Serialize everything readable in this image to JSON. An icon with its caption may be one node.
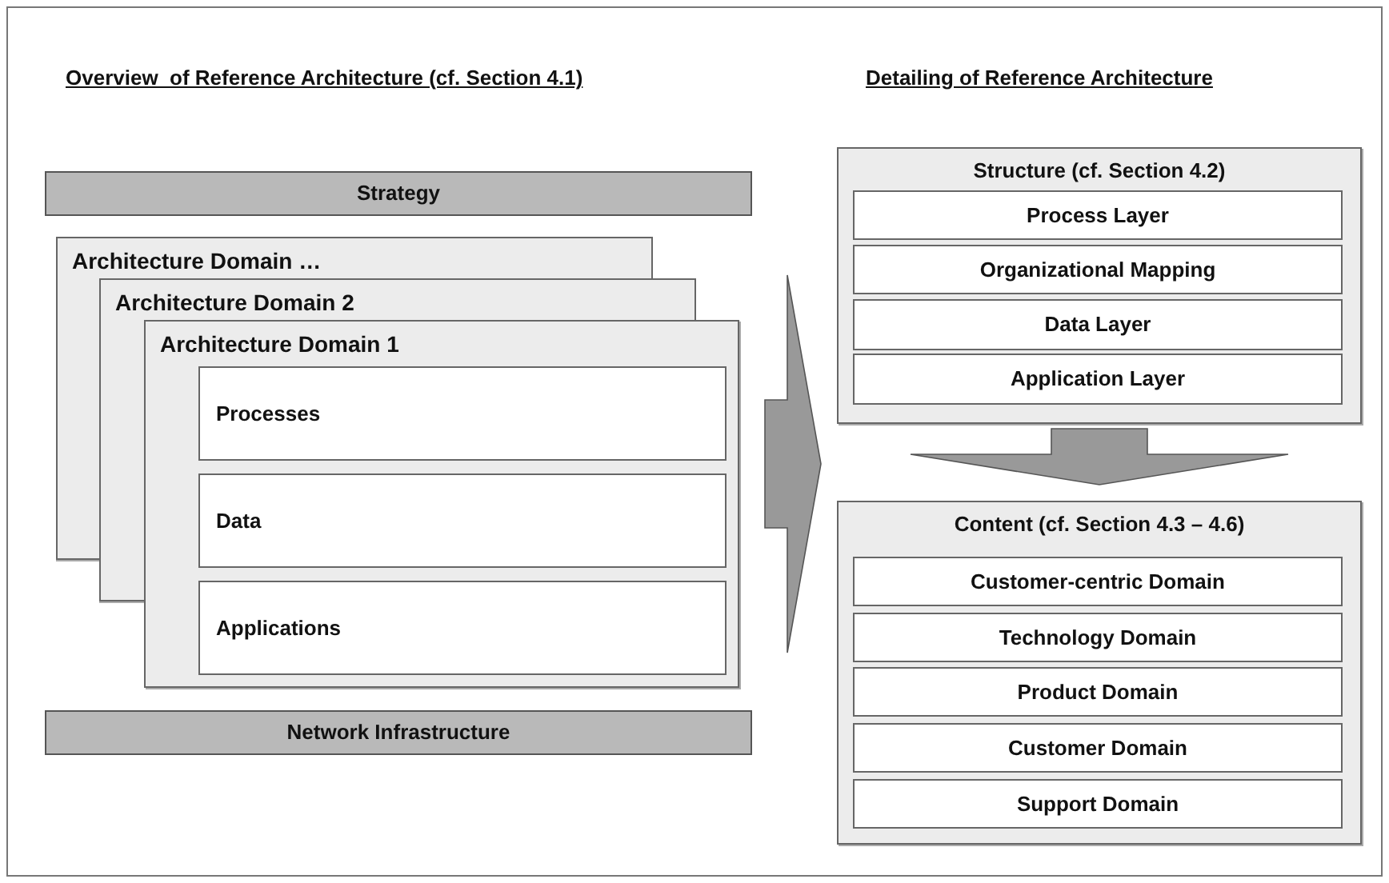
{
  "diagram": {
    "nodes": [
      {
        "text": [
          "Strategy"
        ]
      },
      {
        "text": [
          "Architecture Domain …"
        ]
      },
      {
        "text": [
          "Architecture Domain 2"
        ]
      },
      {
        "text": [
          "Architecture Domain 1"
        ]
      },
      {
        "text": [
          "Processes"
        ],
        "in": 3
      },
      {
        "text": [
          "Data"
        ],
        "in": 3
      },
      {
        "text": [
          "Applications"
        ],
        "in": 3
      },
      {
        "text": [
          "Network Infrastructure"
        ]
      },
      {
        "text": [
          "Structure (cf. Section 4.2)"
        ]
      },
      {
        "text": [
          "Process Layer"
        ],
        "in": 8
      },
      {
        "text": [
          "Organizational Mapping"
        ],
        "in": 8
      },
      {
        "text": [
          "Data Layer"
        ],
        "in": 8
      },
      {
        "text": [
          "Application Layer"
        ],
        "in": 8
      },
      {
        "text": [
          "Content (cf. Section 4.3 – 4.6)"
        ]
      },
      {
        "text": [
          "Customer-centric Domain"
        ],
        "in": 13
      },
      {
        "text": [
          "Technology Domain"
        ],
        "in": 13
      },
      {
        "text": [
          "Product Domain"
        ],
        "in": 13
      },
      {
        "text": [
          "Customer Domain"
        ],
        "in": 13
      },
      {
        "text": [
          "Support Domain"
        ],
        "in": 13
      }
    ],
    "edges": [
      {
        "from": 3,
        "to": null,
        "arrow": "to",
        "style": "thick"
      },
      {
        "from": 8,
        "to": 13,
        "arrow": "to",
        "style": "thick"
      }
    ],
    "labels": [
      "Overview  of Reference Architecture (cf. Section 4.1)",
      "Detailing of Reference Architecture"
    ]
  }
}
